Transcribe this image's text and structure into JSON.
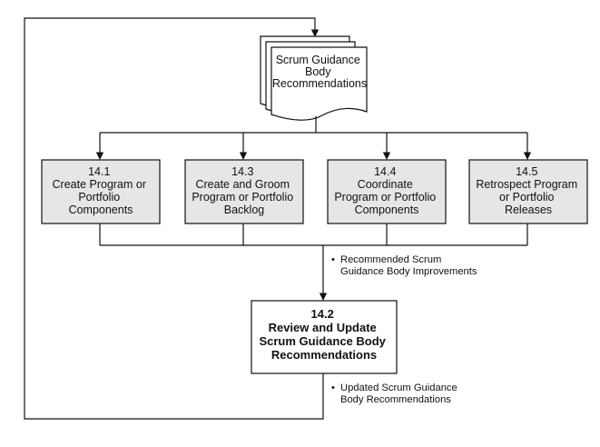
{
  "document": {
    "lines": [
      "Scrum Guidance",
      "Body",
      "Recommendations"
    ]
  },
  "processes": [
    {
      "id": "p141",
      "lines": [
        "14.1",
        "Create Program or",
        "Portfolio",
        "Components"
      ]
    },
    {
      "id": "p143",
      "lines": [
        "14.3",
        "Create and Groom",
        "Program or Portfolio",
        "Backlog"
      ]
    },
    {
      "id": "p144",
      "lines": [
        "14.4",
        "Coordinate",
        "Program or Portfolio",
        "Components"
      ]
    },
    {
      "id": "p145",
      "lines": [
        "14.5",
        "Retrospect Program",
        "or Portfolio",
        "Releases"
      ]
    }
  ],
  "review": {
    "lines": [
      "14.2",
      "Review and Update",
      "Scrum Guidance Body",
      "Recommendations"
    ]
  },
  "annotations": {
    "improvements": {
      "bullet": "•",
      "lines": [
        "Recommended Scrum",
        "Guidance Body Improvements"
      ]
    },
    "updated": {
      "bullet": "•",
      "lines": [
        "Updated Scrum Guidance",
        "Body Recommendations"
      ]
    }
  },
  "colors": {
    "process_fill": "#e6e6e6",
    "review_fill": "#ffffff",
    "line": "#111111"
  }
}
